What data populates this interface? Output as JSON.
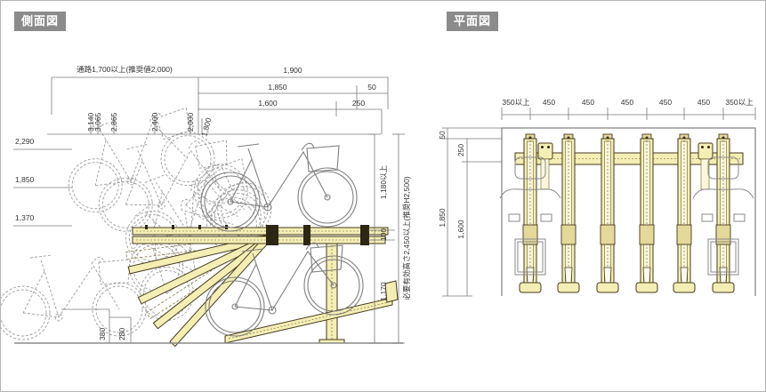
{
  "colors": {
    "rack_fill": "#f4eeb5",
    "rack_stroke": "#473a1d",
    "bike_line": "#7f7f7f",
    "dimension_line": "#7a7a7a",
    "text": "#333333",
    "badge_background": "#8b8b8b",
    "badge_text": "#ffffff"
  },
  "side_view": {
    "title": "側面図",
    "aisle_label": "通路1,700以上(推奨値2,000)",
    "dim_1900": "1,900",
    "dim_1850": "1,850",
    "dim_50": "50",
    "dim_1600": "1,600",
    "dim_250": "250",
    "height_labels": [
      "3,140",
      "3,065",
      "2,865",
      "2,400",
      "2,000",
      "1,800"
    ],
    "left_heights": [
      "2,290",
      "1,850",
      "1,370"
    ],
    "dim_upper_clearance": "1,180以上",
    "dim_rail_height": "100",
    "dim_lower_clearance": "1,170",
    "required_height_label": "必要有効高さ2,450以上(推奨H2,500)",
    "dim_step_rear": "380",
    "dim_step_front": "280"
  },
  "plan_view": {
    "title": "平面図",
    "top_dims": [
      "350以上",
      "450",
      "450",
      "450",
      "450",
      "450",
      "350以上"
    ],
    "dim_edge": "50",
    "dim_beam_offset": "250",
    "dim_depth_total": "1,850",
    "dim_rail_length": "1,600"
  }
}
